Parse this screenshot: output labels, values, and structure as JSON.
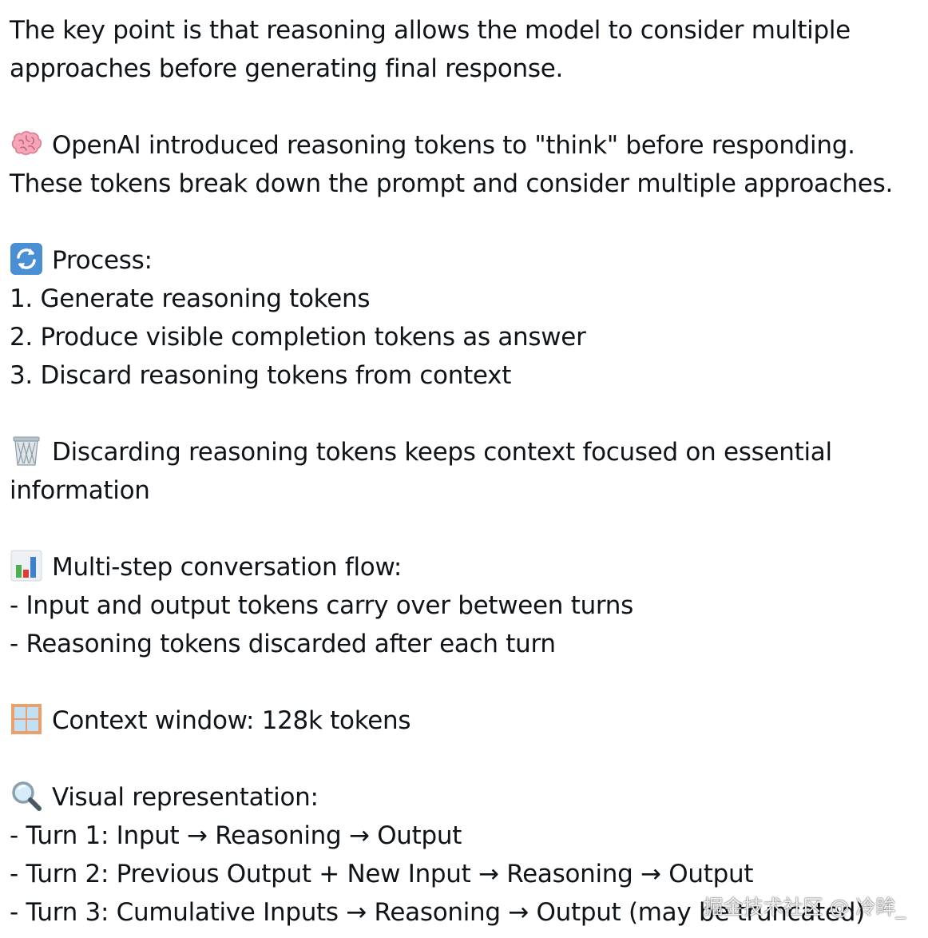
{
  "post": {
    "intro": [
      "The key point is that reasoning allows the model to consider multiple",
      "approaches before generating final response."
    ],
    "brain": {
      "icon": "brain-icon",
      "line1": "OpenAI introduced reasoning tokens to \"think\" before responding.",
      "line2": "These tokens break down the prompt and consider multiple approaches."
    },
    "process": {
      "icon": "refresh-icon",
      "heading": "Process:",
      "steps": [
        "1. Generate reasoning tokens",
        "2. Produce visible completion tokens as answer",
        "3. Discard reasoning tokens from context"
      ]
    },
    "discard": {
      "icon": "wastebasket-icon",
      "line1": "Discarding reasoning tokens keeps context focused on essential",
      "line2": "information"
    },
    "flow": {
      "icon": "bar-chart-icon",
      "heading": "Multi-step conversation flow:",
      "items": [
        "- Input and output tokens carry over between turns",
        "- Reasoning tokens discarded after each turn"
      ]
    },
    "context": {
      "icon": "window-icon",
      "text": "Context window: 128k tokens"
    },
    "visual": {
      "icon": "magnifier-icon",
      "heading": "Visual representation:",
      "turns": [
        "- Turn 1: Input → Reasoning → Output",
        "- Turn 2: Previous Output + New Input → Reasoning → Output",
        "- Turn 3: Cumulative Inputs → Reasoning → Output (may be truncated)"
      ]
    }
  },
  "watermark": "掘金技术社区 @ 冷眸_"
}
